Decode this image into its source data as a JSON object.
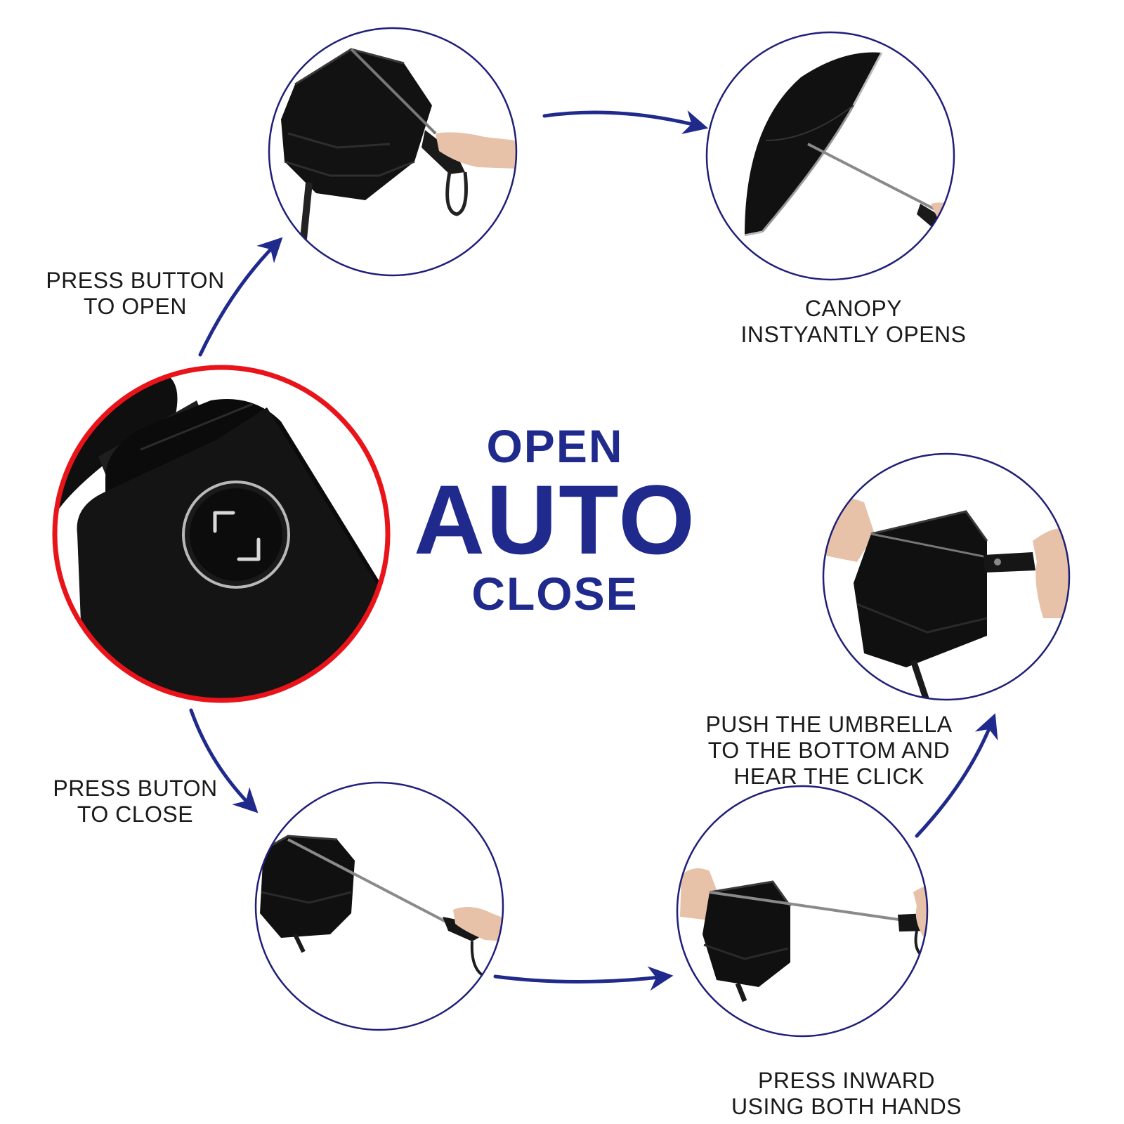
{
  "title": {
    "top": "OPEN",
    "main": "AUTO",
    "bottom": "CLOSE"
  },
  "steps": {
    "press_open": {
      "line1": "PRESS BUTTON",
      "line2": "TO OPEN"
    },
    "canopy": {
      "line1": "CANOPY",
      "line2": "INSTYANTLY OPENS"
    },
    "press_close": {
      "line1": "PRESS BUTON",
      "line2": "TO CLOSE"
    },
    "push": {
      "line1": "PUSH THE UMBRELLA",
      "line2": "TO THE BOTTOM AND",
      "line3": "HEAR THE CLICK"
    },
    "inward": {
      "line1": "PRESS INWARD",
      "line2": "USING BOTH HANDS"
    }
  },
  "colors": {
    "title": "#1f2a8c",
    "arrow": "#1f2a8c",
    "step_ring": "#1f1f7a",
    "highlight_ring": "#e8141a",
    "umbrella": "#111111"
  },
  "icons": [
    "folded-umbrella-icon",
    "open-umbrella-icon",
    "handle-button-icon",
    "hand-icon",
    "flow-arrow-icon"
  ]
}
